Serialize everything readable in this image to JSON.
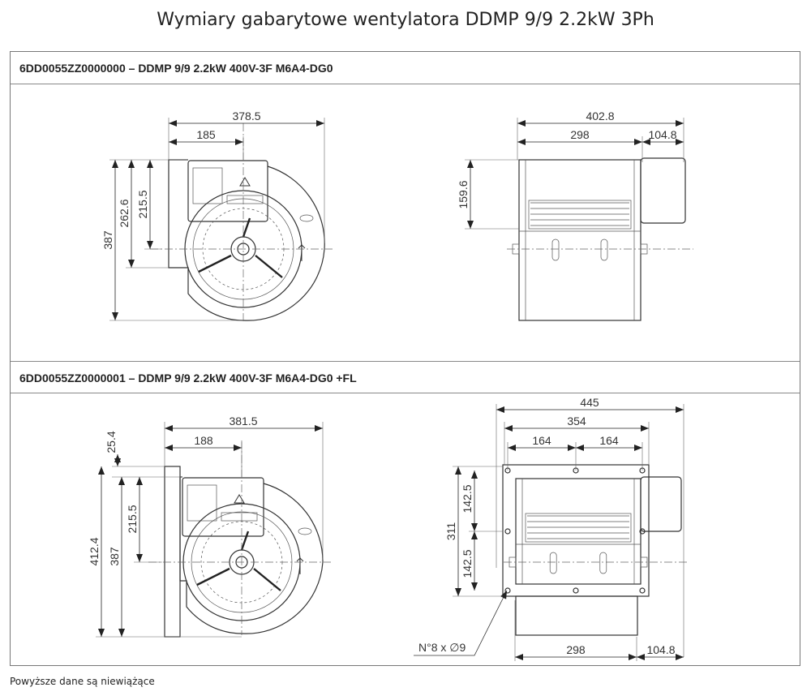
{
  "title": "Wymiary gabarytowe wentylatora DDMP 9/9 2.2kW 3Ph",
  "sections": [
    {
      "header": "6DD0055ZZ0000000 – DDMP 9/9 2.2kW 400V-3F M6A4-DG0",
      "side_view": {
        "width": "378.5",
        "axis_offset": "185",
        "height": "387",
        "height_to_box": "262.6",
        "axis_height": "215.5"
      },
      "front_view": {
        "width": "402.8",
        "body": "298",
        "motor": "104.8",
        "axis_height": "159.6"
      }
    },
    {
      "header": "6DD0055ZZ0000001 – DDMP 9/9 2.2kW 400V-3F M6A4-DG0 +FL",
      "side_view": {
        "width": "381.5",
        "axis_offset": "188",
        "flange": "25.4",
        "height": "412.4",
        "height_body": "387",
        "axis_height": "215.5"
      },
      "front_view": {
        "width": "445",
        "flange_width": "354",
        "hole_left": "164",
        "hole_right": "164",
        "flange_height": "311",
        "hole_upper": "142.5",
        "hole_lower": "142.5",
        "body": "298",
        "motor": "104.8",
        "holes_note": "N°8 x ∅9"
      }
    }
  ],
  "footer": "Powyższe dane są niewiążące"
}
